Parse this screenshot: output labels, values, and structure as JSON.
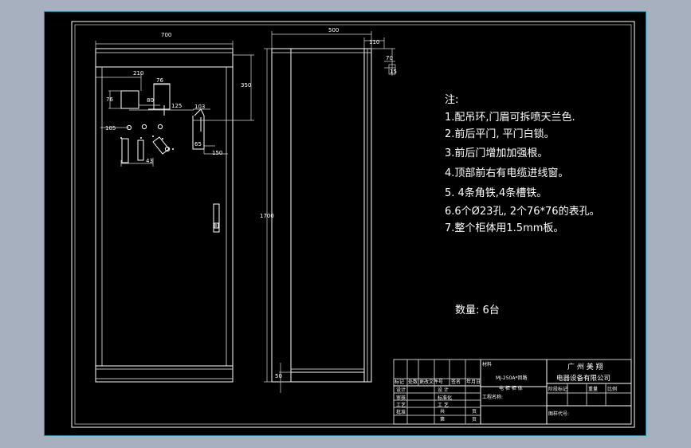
{
  "notes": {
    "heading": "注:",
    "items": [
      "1.配吊环,门眉可拆喷天兰色.",
      "2.前后平门, 平门白锁。",
      "3.前后门增加加强根。",
      "4.顶部前右有电缆进线窗。",
      "5. 4条角铁,4条槽铁。",
      "6.6个Ø23孔, 2个76*76的表孔。",
      "7.整个柜体用1.5mm板。"
    ],
    "quantity": "数量: 6台"
  },
  "dimensions": {
    "front_width": "700",
    "top_offset": "210",
    "meter_hole": "76",
    "meter_hole_side": "76",
    "hole_spacing": "80",
    "hole_group": "125",
    "bracket_width": "103",
    "hole_left": "105",
    "hole_depth": "350",
    "bracket_height": "65",
    "bracket_offset": "150",
    "base_spacing": "43",
    "side_depth": "500",
    "side_inset": "110",
    "side_top_a": "70",
    "side_top_b": "15",
    "cabinet_height": "1700",
    "base_height": "50"
  },
  "title_block": {
    "company_line1": "广 州 美 翔",
    "company_line2": "电器设备有限公司",
    "product_code": "MJ-250A*回路",
    "product_name": "电 柜 柜 体",
    "material_label": "材料",
    "row_labels": [
      "标记",
      "处数",
      "更改文件号",
      "签名",
      "年月日"
    ],
    "roles": [
      "设计",
      "审核",
      "工艺",
      "批准"
    ],
    "role_labels2": [
      "设 计",
      "标准化",
      "工 艺"
    ],
    "pages_a": "共",
    "pages_b": "页",
    "pages_c": "第",
    "pages_d": "页",
    "cols_right": [
      "阶段标记",
      "重量",
      "比例"
    ],
    "approval": "工程名称:",
    "drawing_no": "图样代号:"
  }
}
